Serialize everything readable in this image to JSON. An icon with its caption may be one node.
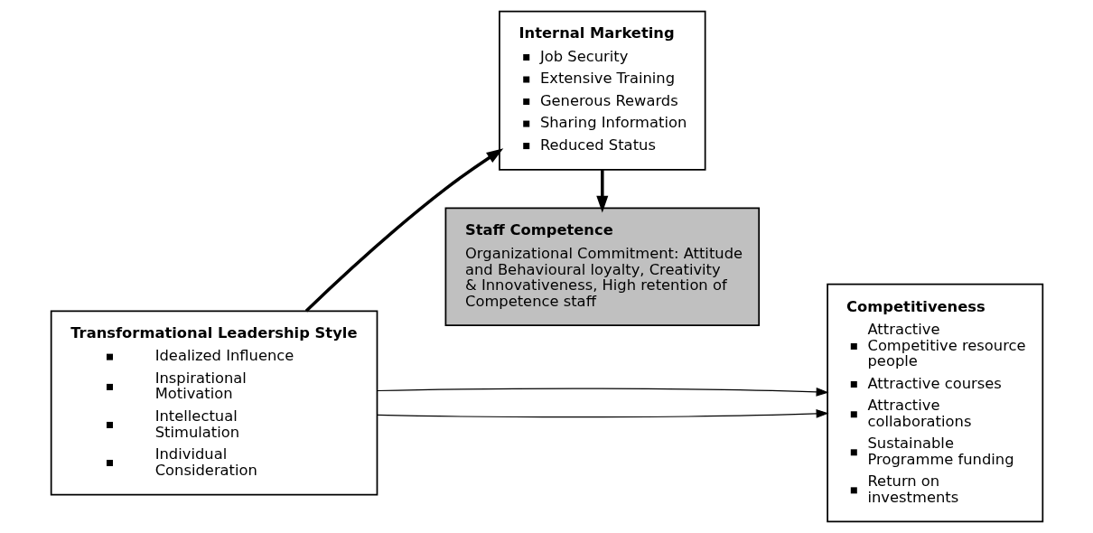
{
  "diagram": {
    "nodes": [
      {
        "text": [
          "Transformational Leadership Style",
          "Idealized Influence",
          "Inspirational Motivation",
          "Intellectual Stimulation",
          "Individual Consideration"
        ]
      },
      {
        "text": [
          "Internal Marketing",
          "Job Security",
          "Extensive Training",
          "Generous Rewards",
          "Sharing Information",
          "Reduced Status"
        ]
      },
      {
        "text": [
          "Staff Competence",
          "Organizational Commitment: Attitude and Behavioural loyalty, Creativity & Innovativeness, High retention of Competence staff"
        ]
      },
      {
        "text": [
          "Competitiveness",
          "Attractive Competitive resource people",
          "Attractive courses",
          "Attractive collaborations",
          "Sustainable Programme funding",
          "Return on investments"
        ]
      }
    ],
    "edges": [
      {
        "from": 0,
        "to": 1,
        "arrow": "to",
        "style": "thick"
      },
      {
        "from": 1,
        "to": 2,
        "arrow": "to",
        "style": "thick"
      },
      {
        "from": 0,
        "to": 3,
        "arrow": "to"
      },
      {
        "from": 0,
        "to": 3,
        "arrow": "to"
      }
    ]
  }
}
